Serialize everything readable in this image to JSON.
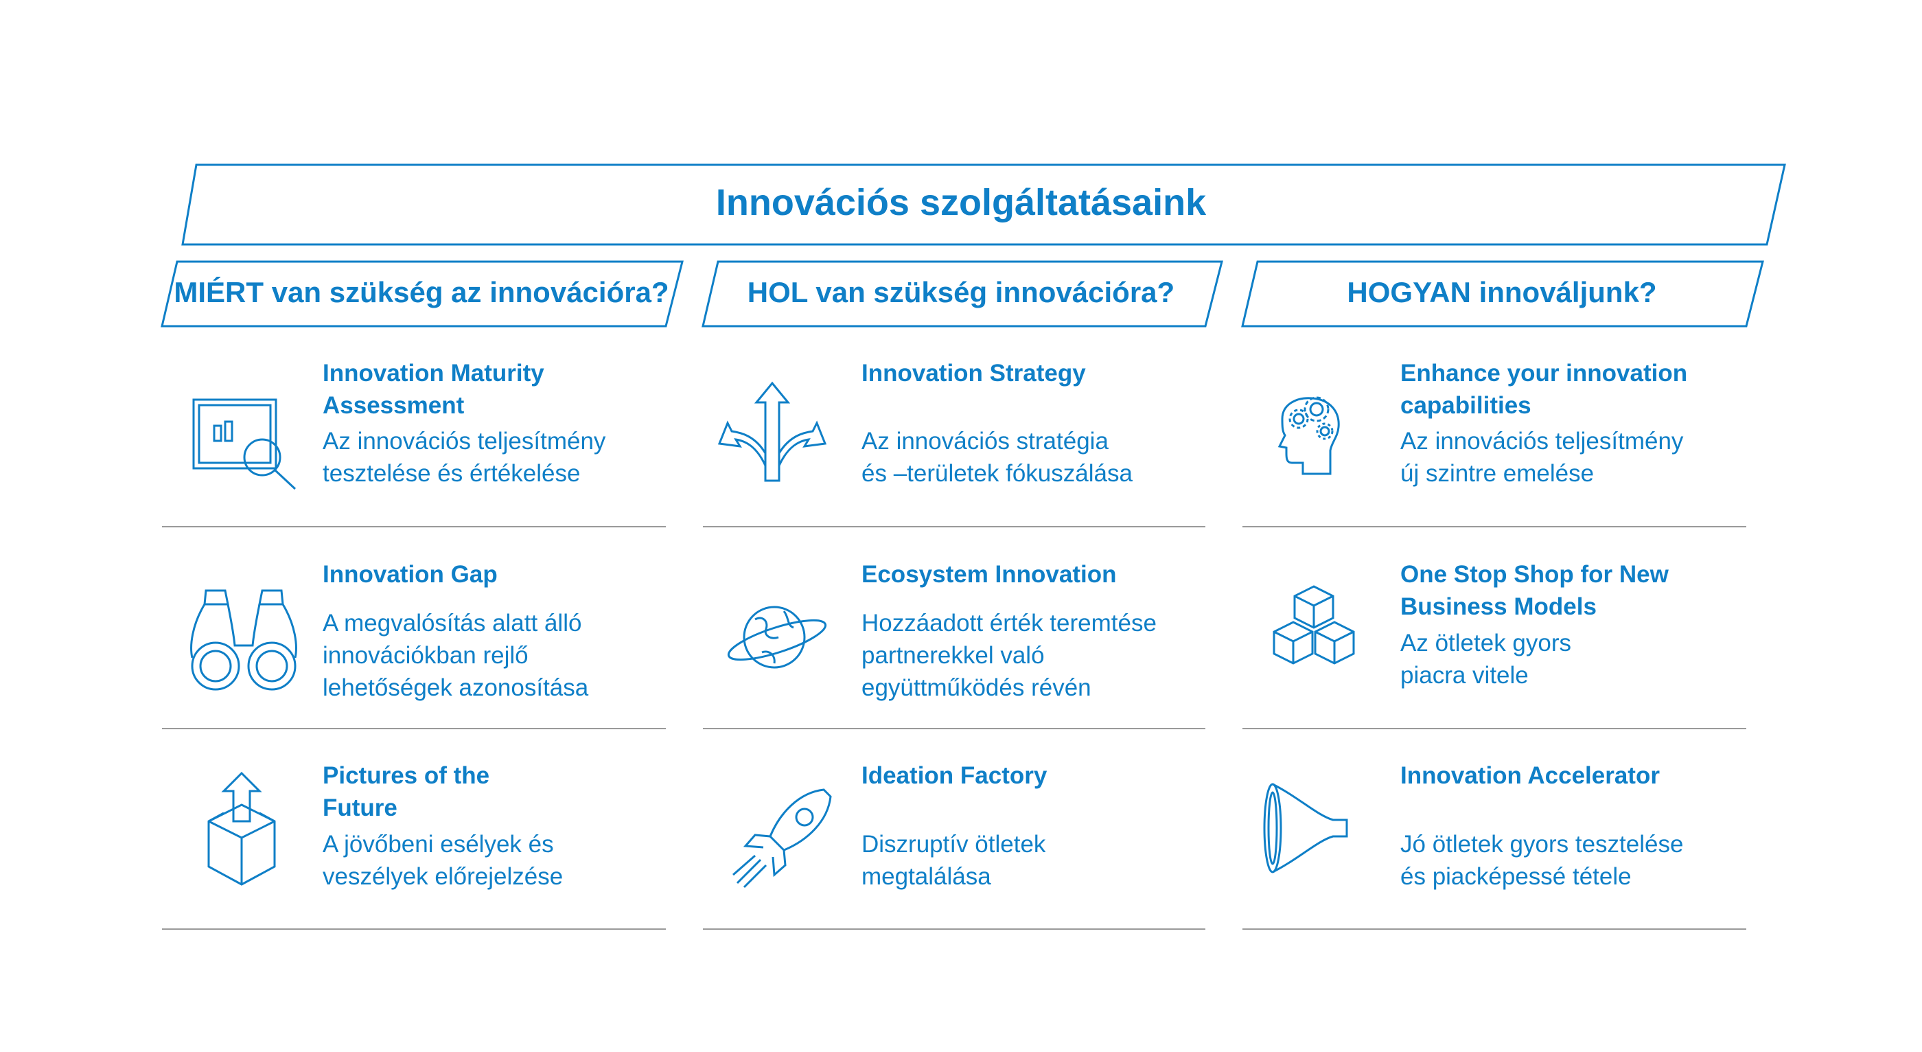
{
  "header": {
    "title": "Innovációs szolgáltatásaink"
  },
  "columns": [
    {
      "heading": "MIÉRT van szükség az innovációra?"
    },
    {
      "heading": "HOL van szükség innovációra?"
    },
    {
      "heading": "HOGYAN innováljunk?"
    }
  ],
  "items": [
    {
      "title": "Innovation Maturity\nAssessment",
      "desc": "Az innovációs teljesítmény\ntesztelése és értékelése",
      "icon": "assessment-magnifier-icon"
    },
    {
      "title": "Innovation Strategy",
      "desc": "Az innovációs stratégia\nés –területek fókuszálása",
      "icon": "direction-arrows-icon"
    },
    {
      "title": "Enhance your innovation\ncapabilities",
      "desc": "Az innovációs teljesítmény\núj szintre emelése",
      "icon": "head-gears-icon"
    },
    {
      "title": "Innovation Gap",
      "desc": "A megvalósítás alatt álló\ninnovációkban rejlő\nlehetőségek azonosítása",
      "icon": "binoculars-icon"
    },
    {
      "title": "Ecosystem Innovation",
      "desc": "Hozzáadott érték teremtése\npartnerekkel való\negyüttműködés révén",
      "icon": "planet-globe-icon"
    },
    {
      "title": "One Stop Shop for New\nBusiness Models",
      "desc": "Az ötletek gyors\npiacra vitele",
      "icon": "stacked-cubes-icon"
    },
    {
      "title": "Pictures of the\nFuture",
      "desc": "A jövőbeni esélyek és\nveszélyek előrejelzése",
      "icon": "box-upload-icon"
    },
    {
      "title": "Ideation Factory",
      "desc": "Diszruptív ötletek\nmegtalálása",
      "icon": "rocket-icon"
    },
    {
      "title": "Innovation Accelerator",
      "desc": "Jó ötletek gyors tesztelése\nés piacképessé tétele",
      "icon": "funnel-icon"
    }
  ],
  "colors": {
    "accent": "#0f7fc7",
    "separator": "#9a9a9a"
  }
}
